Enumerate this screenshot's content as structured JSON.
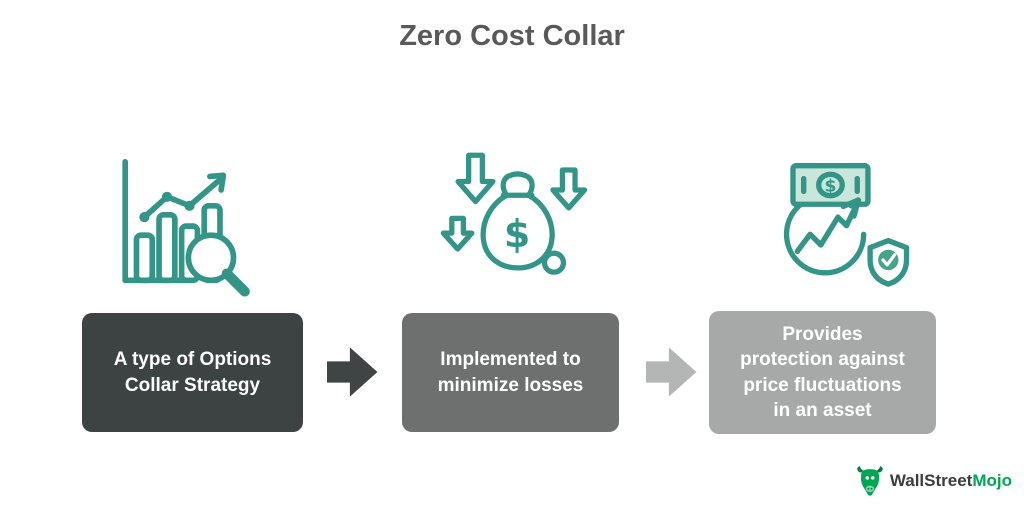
{
  "title": "Zero Cost Collar",
  "steps": [
    {
      "icon": "bar-chart-magnifier-icon",
      "label": "A type of Options Collar Strategy",
      "lines": [
        "A type of Options",
        "Collar Strategy"
      ]
    },
    {
      "icon": "money-bag-loss-arrows-icon",
      "label": "Implemented to minimize losses",
      "lines": [
        "Implemented to",
        "minimize losses"
      ]
    },
    {
      "icon": "cash-trend-shield-icon",
      "label": "Provides protection against price fluctuations in an asset",
      "lines": [
        "Provides",
        "protection against",
        "price fluctuations",
        "in an asset"
      ]
    }
  ],
  "logo": {
    "text_dark": "WallStreet",
    "text_accent": "Mojo"
  },
  "colors": {
    "icon_teal": "#339488",
    "title_gray": "#595959",
    "box1_bg": "#3d4242",
    "box2_bg": "#6e7070",
    "box3_bg": "#a7a9a8",
    "arrow1": "#3f4444",
    "arrow2": "#b4b6b5",
    "box_text": "#ffffff",
    "logo_green": "#00a651",
    "logo_dark": "#3c3c3c"
  }
}
